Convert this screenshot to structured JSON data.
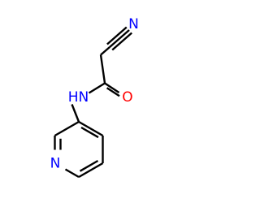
{
  "molecule": {
    "atoms": [
      {
        "id": "n-nitrile",
        "symbol": "N",
        "color": "#0000FF",
        "label": "N"
      },
      {
        "id": "o-carbonyl",
        "symbol": "O",
        "color": "#FF0000",
        "label": "O"
      },
      {
        "id": "n-amide",
        "symbol": "NH",
        "color": "#0000FF",
        "label": "HN"
      },
      {
        "id": "n-pyridine",
        "symbol": "N",
        "color": "#0000FF",
        "label": "N"
      }
    ],
    "bond_color": "#000000"
  }
}
